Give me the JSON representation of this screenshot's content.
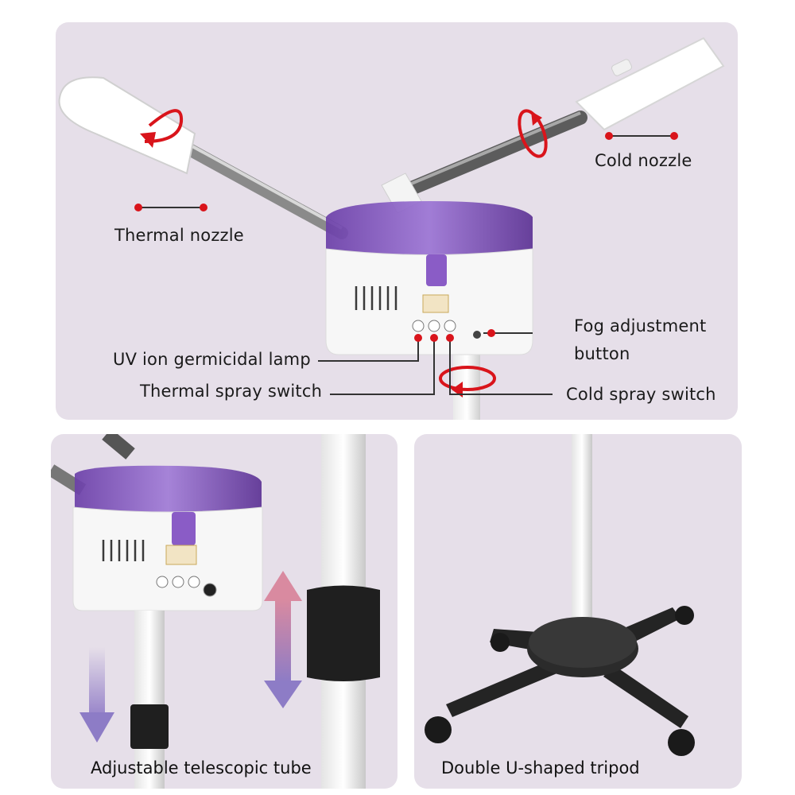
{
  "labels": {
    "cold_nozzle": "Cold nozzle",
    "thermal_nozzle": "Thermal nozzle",
    "fog_adjustment_line1": "Fog adjustment",
    "fog_adjustment_line2": "button",
    "uv_lamp": "UV ion germicidal lamp",
    "thermal_spray_switch": "Thermal spray switch",
    "cold_spray_switch": "Cold spray switch"
  },
  "captions": {
    "telescopic": "Adjustable telescopic tube",
    "tripod": "Double U-shaped tripod"
  },
  "colors": {
    "panel_bg": "#e6dfe9",
    "accent_red": "#d9141b",
    "tank_purple": "#7c4fb8",
    "arrow_purple": "#9a86c4"
  }
}
